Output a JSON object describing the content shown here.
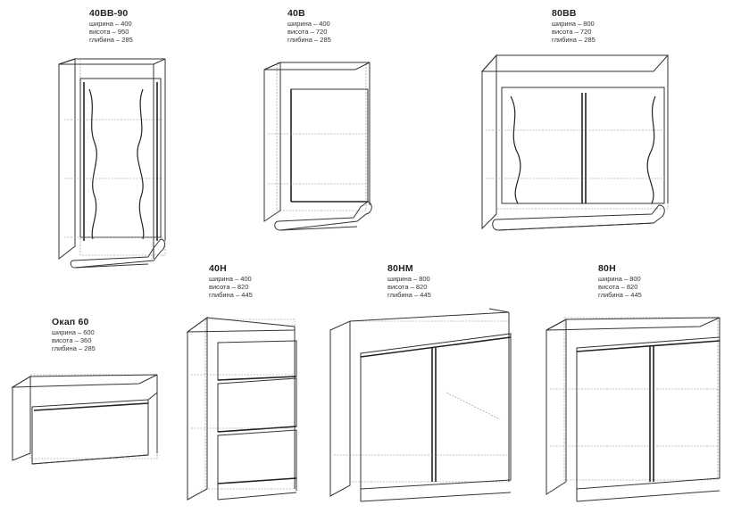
{
  "modules": [
    {
      "name": "40ВВ-90",
      "width": "ширина – 400",
      "height": "висота – 950",
      "depth": "глибина – 285"
    },
    {
      "name": "40В",
      "width": "ширина – 400",
      "height": "висота – 720",
      "depth": "глибина – 285"
    },
    {
      "name": "80ВВ",
      "width": "ширина – 800",
      "height": "висота – 720",
      "depth": "глибина – 285"
    },
    {
      "name": "Окап 60",
      "width": "ширина – 600",
      "height": "висота – 360",
      "depth": "глибина – 285"
    },
    {
      "name": "40Н",
      "width": "ширина – 400",
      "height": "висота – 820",
      "depth": "глибина – 445"
    },
    {
      "name": "80НМ",
      "width": "ширина – 800",
      "height": "висота – 820",
      "depth": "глибина – 445"
    },
    {
      "name": "80Н",
      "width": "ширина – 800",
      "height": "висота – 820",
      "depth": "глибина – 445"
    }
  ]
}
